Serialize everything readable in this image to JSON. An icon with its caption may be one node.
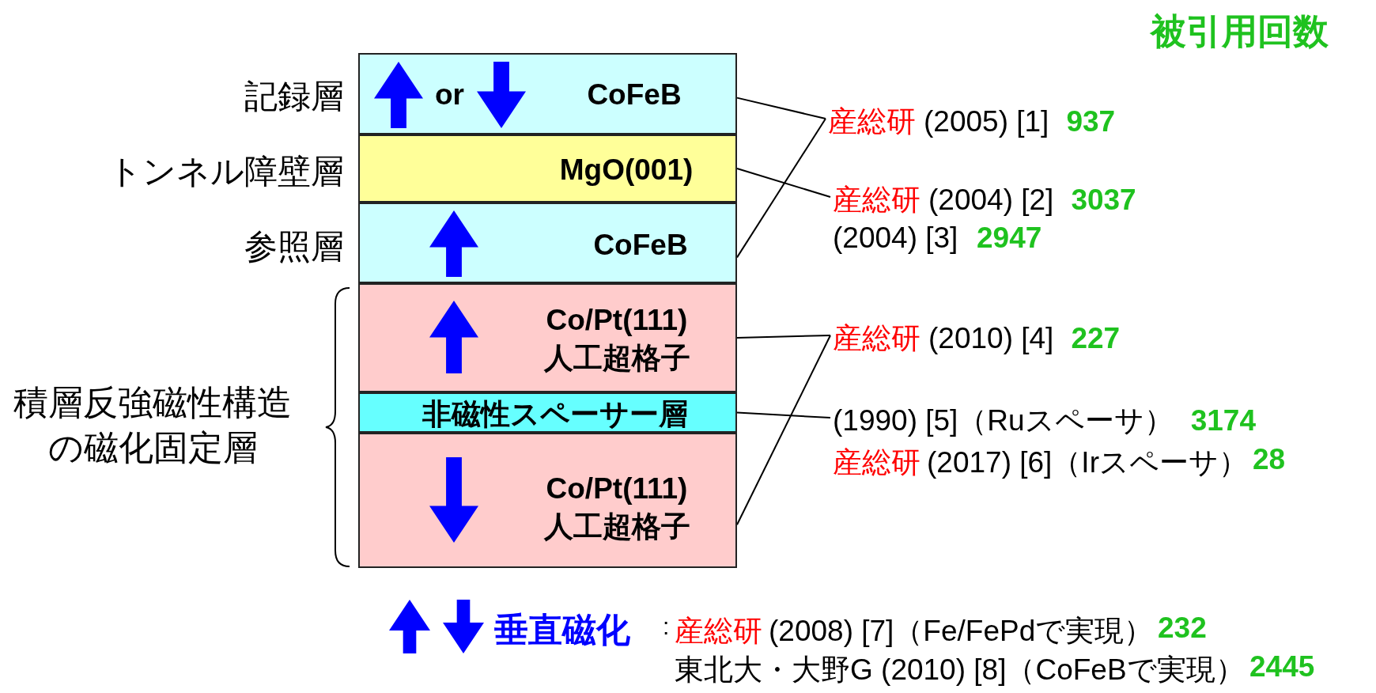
{
  "diagram": {
    "nodes": [
      {
        "text": [
          "or",
          "CoFeB"
        ],
        "beside": [
          "記録層"
        ]
      },
      {
        "text": [
          "MgO(001)"
        ],
        "beside": [
          "トンネル障壁層"
        ]
      },
      {
        "text": [
          "CoFeB"
        ],
        "beside": [
          "参照層"
        ]
      },
      {
        "text": [
          "Co/Pt(111) 人工超格子"
        ]
      },
      {
        "text": [
          "非磁性スペーサー層"
        ]
      },
      {
        "text": [
          "Co/Pt(111) 人工超格子"
        ]
      },
      {
        "text": [
          "産総研",
          "(2005) [1]",
          "937"
        ]
      },
      {
        "text": [
          "産総研",
          "(2004) [2]",
          "3037"
        ]
      },
      {
        "text": [
          "産総研",
          "(2010) [4]",
          "227"
        ]
      },
      {
        "text": [
          "(1990) [5]（Ruスペーサ）",
          "3174"
        ]
      }
    ],
    "edges": [
      {
        "from": 0,
        "to": 6,
        "arrow": "none"
      },
      {
        "from": 2,
        "to": 6,
        "arrow": "none"
      },
      {
        "from": 1,
        "to": 7,
        "arrow": "none"
      },
      {
        "from": 3,
        "to": 8,
        "arrow": "none"
      },
      {
        "from": 5,
        "to": 8,
        "arrow": "none"
      },
      {
        "from": 4,
        "to": 9,
        "arrow": "none"
      }
    ],
    "labels": [
      "被引用回数",
      "(2004) [3]",
      "2947",
      "産総研",
      "(2017) [6]（Irスペーサ）",
      "28",
      "積層反強磁性構造の磁化固定層",
      "垂直磁化",
      ":",
      "産総研",
      "(2008) [7]（Fe/FePdで実現）",
      "232",
      "東北大・大野G (2010) [8]（CoFeBで実現）",
      "2445"
    ]
  }
}
